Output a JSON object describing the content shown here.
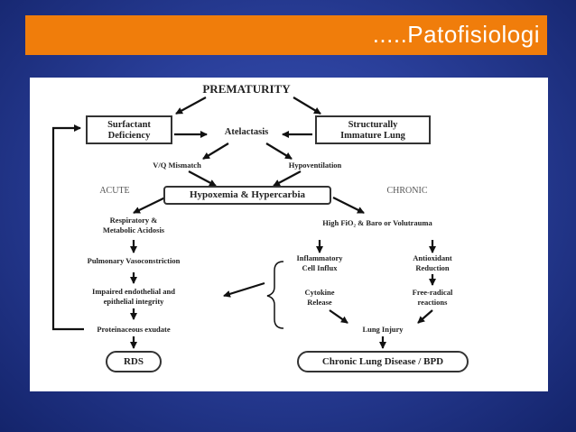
{
  "slide": {
    "title": ".....Patofisiologi",
    "colors": {
      "background": "#2a3f9a",
      "title_bar": "#f07d0b",
      "panel": "#ffffff"
    }
  },
  "diagram": {
    "prematurity": "PREMATURITY",
    "surfactant_line1": "Surfactant",
    "surfactant_line2": "Deficiency",
    "structural_line1": "Structurally",
    "structural_line2": "Immature Lung",
    "atelactasis": "Atelactasis",
    "vq_mismatch": "V/Q Mismatch",
    "hypoventilation": "Hypoventilation",
    "acute": "ACUTE",
    "chronic": "CHRONIC",
    "hypoxemia": "Hypoxemia & Hypercarbia",
    "resp_line1": "Respiratory &",
    "resp_line2": "Metabolic Acidosis",
    "high_fio2": "High FiO₂ & Baro or Volutrauma",
    "pulm_vaso": "Pulmonary Vasoconstriction",
    "inflam_line1": "Inflammatory",
    "inflam_line2": "Cell Influx",
    "antiox_line1": "Antioxidant",
    "antiox_line2": "Reduction",
    "impaired_line1": "Impaired endothelial and",
    "impaired_line2": "epithelial integrity",
    "cytokine_line1": "Cytokine",
    "cytokine_line2": "Release",
    "freerad_line1": "Free-radical",
    "freerad_line2": "reactions",
    "proteinaceous": "Proteinaceous exudate",
    "lung_injury": "Lung Injury",
    "rds": "RDS",
    "chronic_lung": "Chronic Lung Disease / BPD"
  }
}
